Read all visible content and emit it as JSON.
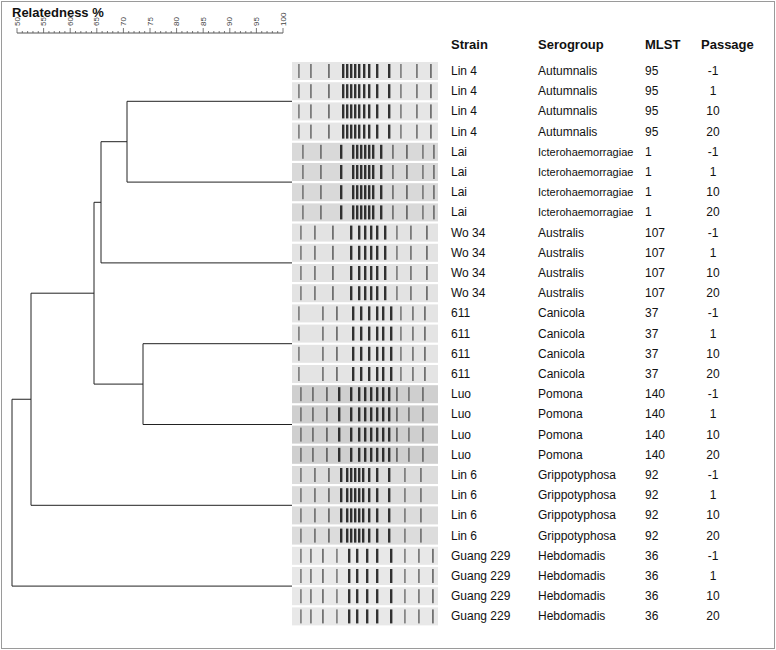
{
  "diagram": {
    "labels": [
      "Relatedness %",
      "50",
      "55",
      "60",
      "65",
      "70",
      "75",
      "80",
      "85",
      "90",
      "95",
      "100",
      "Strain",
      "Serogroup",
      "MLST",
      "Passage",
      "Lin 4",
      "Autumnalis",
      "95",
      "-1",
      "Lin 4",
      "Autumnalis",
      "95",
      "1",
      "Lin 4",
      "Autumnalis",
      "95",
      "10",
      "Lin 4",
      "Autumnalis",
      "95",
      "20",
      "Lai",
      "Icterohaemorragiae",
      "1",
      "-1",
      "Lai",
      "Icterohaemorragiae",
      "1",
      "1",
      "Lai",
      "Icterohaemorragiae",
      "1",
      "10",
      "Lai",
      "Icterohaemorragiae",
      "1",
      "20",
      "Wo 34",
      "Australis",
      "107",
      "-1",
      "Wo 34",
      "Australis",
      "107",
      "1",
      "Wo 34",
      "Australis",
      "107",
      "10",
      "Wo 34",
      "Australis",
      "107",
      "20",
      "611",
      "Canicola",
      "37",
      "-1",
      "611",
      "Canicola",
      "37",
      "1",
      "611",
      "Canicola",
      "37",
      "10",
      "611",
      "Canicola",
      "37",
      "20",
      "Luo",
      "Pomona",
      "140",
      "-1",
      "Luo",
      "Pomona",
      "140",
      "1",
      "Luo",
      "Pomona",
      "140",
      "10",
      "Luo",
      "Pomona",
      "140",
      "20",
      "Lin 6",
      "Grippotyphosa",
      "92",
      "-1",
      "Lin 6",
      "Grippotyphosa",
      "92",
      "1",
      "Lin 6",
      "Grippotyphosa",
      "92",
      "10",
      "Lin 6",
      "Grippotyphosa",
      "92",
      "20",
      "Guang 229",
      "Hebdomadis",
      "36",
      "-1",
      "Guang 229",
      "Hebdomadis",
      "36",
      "1",
      "Guang 229",
      "Hebdomadis",
      "36",
      "10",
      "Guang 229",
      "Hebdomadis",
      "36",
      "20"
    ]
  }
}
